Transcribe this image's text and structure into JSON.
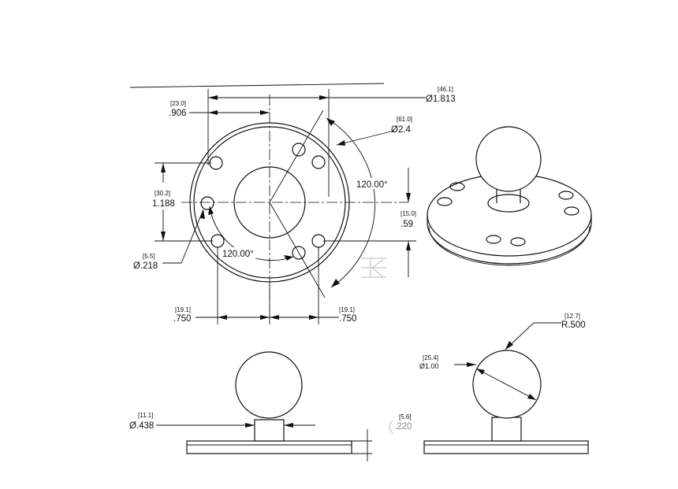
{
  "dimensions": {
    "outer_dia_mm": "[46.1]",
    "outer_dia_in": "Ø1.813",
    "bolt_circle_mm": "[61.0]",
    "bolt_circle_in": "Ø2.4",
    "offset_top_mm": "[23.0]",
    "offset_top_in": ".906",
    "height_left_mm": "[30.2]",
    "height_left_in": "1.188",
    "angle_right": "120.00°",
    "angle_bottom": "120.00°",
    "right_mm": "[15.0]",
    "right_in": ".59",
    "hole_mm": "[5.5]",
    "hole_in": "Ø.218",
    "bottom_left_mm": "[19.1]",
    "bottom_left_in": ".750",
    "bottom_right_mm": "[19.1]",
    "bottom_right_in": ".750",
    "radius_mm": "[12.7]",
    "radius_in": "R.500",
    "ball_dia_mm": "[25.4]",
    "ball_dia_in": "Ø1.00",
    "neck_mm": "[11.1]",
    "neck_in": "Ø.438",
    "plate_thk_mm": "[5.6]",
    "plate_thk_in": ".220"
  },
  "icons": {
    "watermark": "watermark-k-icon"
  }
}
